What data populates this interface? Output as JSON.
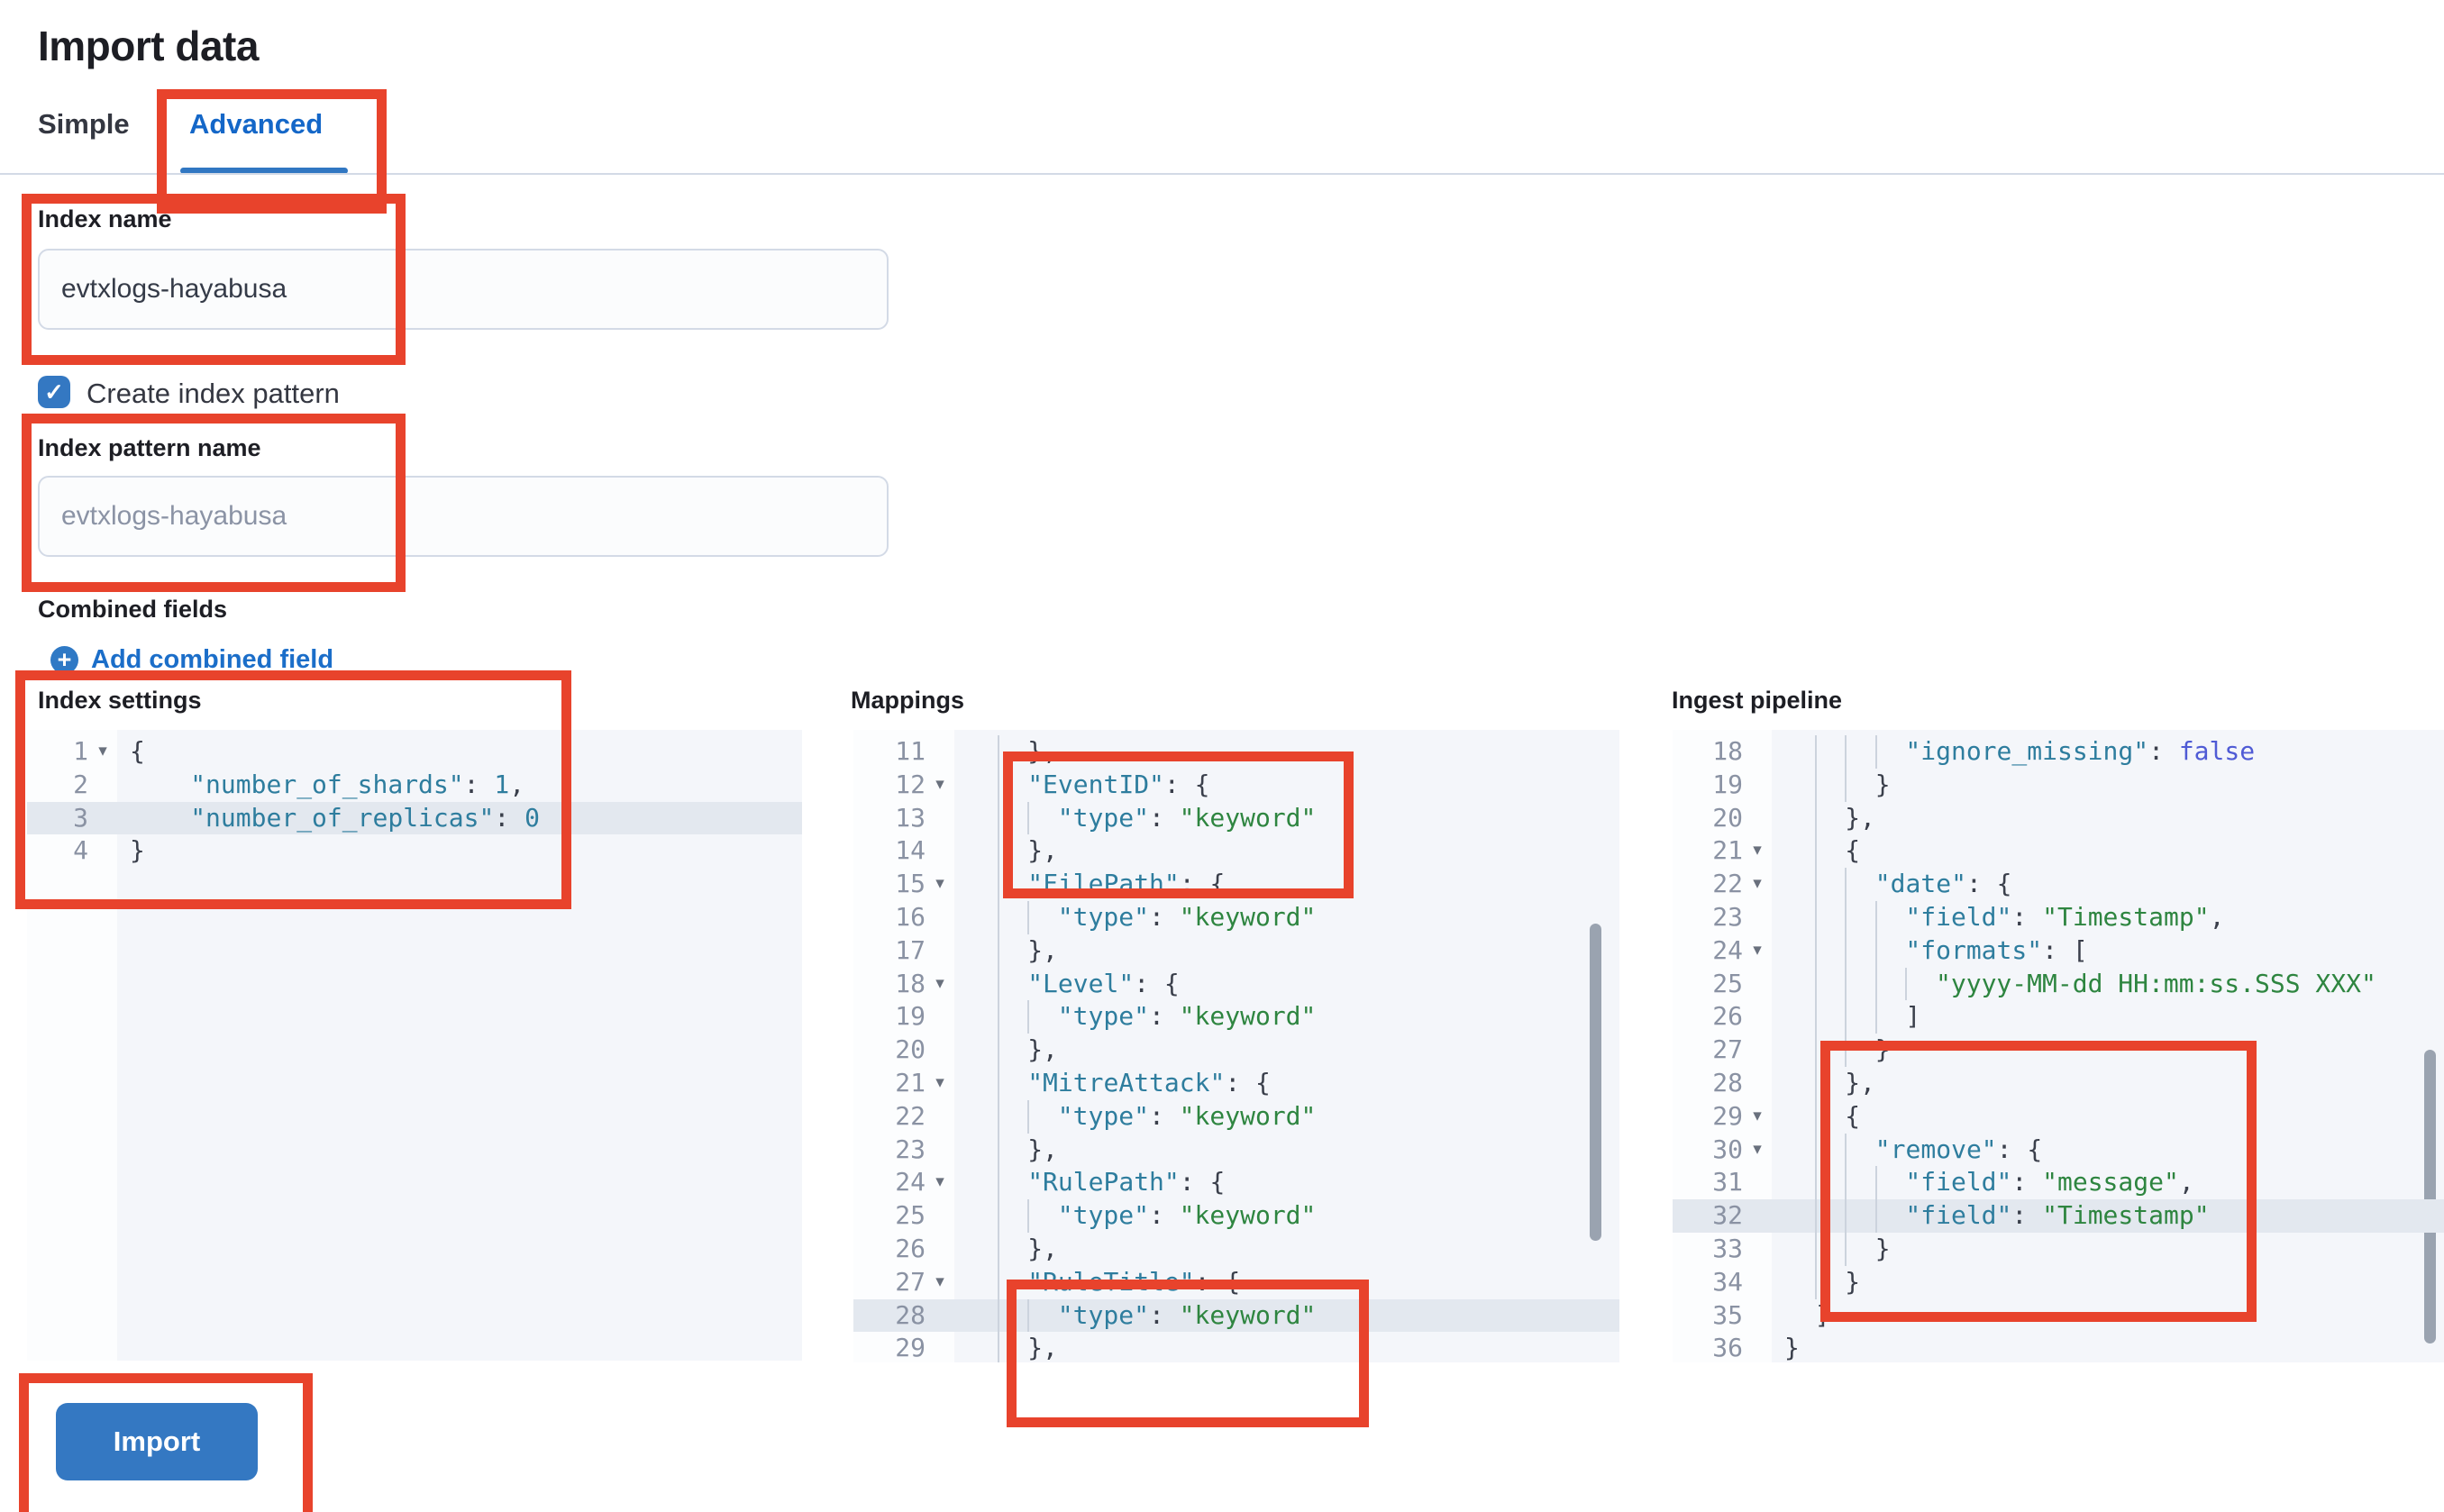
{
  "page": {
    "title": "Import data"
  },
  "tabs": [
    {
      "label": "Simple",
      "active": false
    },
    {
      "label": "Advanced",
      "active": true
    }
  ],
  "form": {
    "index_name": {
      "label": "Index name",
      "value": "evtxlogs-hayabusa"
    },
    "create_index_pattern": {
      "label": "Create index pattern",
      "checked": true
    },
    "index_pattern_name": {
      "label": "Index pattern name",
      "placeholder": "evtxlogs-hayabusa"
    },
    "combined_fields": {
      "label": "Combined fields",
      "add_link_label": "Add combined field"
    }
  },
  "icons": {
    "fold_caret": "▾",
    "check": "✓",
    "plus": "+"
  },
  "colors": {
    "accent_blue": "#3478c2",
    "link_blue": "#1b6ec9",
    "tab_active_blue": "#1467c8",
    "annotation_red": "#e8432c",
    "code_key": "#2e7d9e",
    "code_string": "#2e8540",
    "code_boolean": "#4f5bd5",
    "editor_bg": "#f4f6fa",
    "active_line_bg": "#e3e8ef"
  },
  "import_button": {
    "label": "Import"
  },
  "editors": [
    {
      "id": "index-settings",
      "label": "Index settings",
      "lines": [
        {
          "n": "1",
          "fold": true,
          "pad": 0,
          "g": 0,
          "tokens": [
            [
              "p",
              "{"
            ]
          ]
        },
        {
          "n": "2",
          "pad": 4,
          "g": 0,
          "tokens": [
            [
              "k",
              "\"number_of_shards\""
            ],
            [
              "p",
              ": "
            ],
            [
              "n",
              "1"
            ],
            [
              "p",
              ","
            ]
          ]
        },
        {
          "n": "3",
          "pad": 4,
          "g": 0,
          "hl": true,
          "tokens": [
            [
              "k",
              "\"number_of_replicas\""
            ],
            [
              "p",
              ": "
            ],
            [
              "n",
              "0"
            ]
          ]
        },
        {
          "n": "4",
          "pad": 0,
          "g": 0,
          "tokens": [
            [
              "p",
              "}"
            ]
          ]
        }
      ]
    },
    {
      "id": "mappings",
      "label": "Mappings",
      "lines": [
        {
          "n": "11",
          "pad": 4,
          "g": 1,
          "tokens": [
            [
              "p",
              "},"
            ]
          ]
        },
        {
          "n": "12",
          "fold": true,
          "pad": 4,
          "g": 1,
          "tokens": [
            [
              "k",
              "\"EventID\""
            ],
            [
              "p",
              ": {"
            ]
          ]
        },
        {
          "n": "13",
          "pad": 6,
          "g": 2,
          "tokens": [
            [
              "k",
              "\"type\""
            ],
            [
              "p",
              ": "
            ],
            [
              "s",
              "\"keyword\""
            ]
          ]
        },
        {
          "n": "14",
          "pad": 4,
          "g": 1,
          "tokens": [
            [
              "p",
              "},"
            ]
          ]
        },
        {
          "n": "15",
          "fold": true,
          "pad": 4,
          "g": 1,
          "tokens": [
            [
              "k",
              "\"FilePath\""
            ],
            [
              "p",
              ": {"
            ]
          ]
        },
        {
          "n": "16",
          "pad": 6,
          "g": 2,
          "tokens": [
            [
              "k",
              "\"type\""
            ],
            [
              "p",
              ": "
            ],
            [
              "s",
              "\"keyword\""
            ]
          ]
        },
        {
          "n": "17",
          "pad": 4,
          "g": 1,
          "tokens": [
            [
              "p",
              "},"
            ]
          ]
        },
        {
          "n": "18",
          "fold": true,
          "pad": 4,
          "g": 1,
          "tokens": [
            [
              "k",
              "\"Level\""
            ],
            [
              "p",
              ": {"
            ]
          ]
        },
        {
          "n": "19",
          "pad": 6,
          "g": 2,
          "tokens": [
            [
              "k",
              "\"type\""
            ],
            [
              "p",
              ": "
            ],
            [
              "s",
              "\"keyword\""
            ]
          ]
        },
        {
          "n": "20",
          "pad": 4,
          "g": 1,
          "tokens": [
            [
              "p",
              "},"
            ]
          ]
        },
        {
          "n": "21",
          "fold": true,
          "pad": 4,
          "g": 1,
          "tokens": [
            [
              "k",
              "\"MitreAttack\""
            ],
            [
              "p",
              ": {"
            ]
          ]
        },
        {
          "n": "22",
          "pad": 6,
          "g": 2,
          "tokens": [
            [
              "k",
              "\"type\""
            ],
            [
              "p",
              ": "
            ],
            [
              "s",
              "\"keyword\""
            ]
          ]
        },
        {
          "n": "23",
          "pad": 4,
          "g": 1,
          "tokens": [
            [
              "p",
              "},"
            ]
          ]
        },
        {
          "n": "24",
          "fold": true,
          "pad": 4,
          "g": 1,
          "tokens": [
            [
              "k",
              "\"RulePath\""
            ],
            [
              "p",
              ": {"
            ]
          ]
        },
        {
          "n": "25",
          "pad": 6,
          "g": 2,
          "tokens": [
            [
              "k",
              "\"type\""
            ],
            [
              "p",
              ": "
            ],
            [
              "s",
              "\"keyword\""
            ]
          ]
        },
        {
          "n": "26",
          "pad": 4,
          "g": 1,
          "tokens": [
            [
              "p",
              "},"
            ]
          ]
        },
        {
          "n": "27",
          "fold": true,
          "pad": 4,
          "g": 1,
          "tokens": [
            [
              "k",
              "\"RuleTitle\""
            ],
            [
              "p",
              ": {"
            ]
          ]
        },
        {
          "n": "28",
          "pad": 6,
          "g": 2,
          "hl": true,
          "tokens": [
            [
              "k",
              "\"type\""
            ],
            [
              "p",
              ": "
            ],
            [
              "s",
              "\"keyword\""
            ]
          ]
        },
        {
          "n": "29",
          "pad": 4,
          "g": 1,
          "tokens": [
            [
              "p",
              "},"
            ]
          ]
        }
      ]
    },
    {
      "id": "ingest-pipeline",
      "label": "Ingest pipeline",
      "lines": [
        {
          "n": "18",
          "pad": 8,
          "g": 3,
          "tokens": [
            [
              "k",
              "\"ignore_missing\""
            ],
            [
              "p",
              ": "
            ],
            [
              "b",
              "false"
            ]
          ]
        },
        {
          "n": "19",
          "pad": 6,
          "g": 2,
          "tokens": [
            [
              "p",
              "}"
            ]
          ]
        },
        {
          "n": "20",
          "pad": 4,
          "g": 1,
          "tokens": [
            [
              "p",
              "},"
            ]
          ]
        },
        {
          "n": "21",
          "fold": true,
          "pad": 4,
          "g": 1,
          "tokens": [
            [
              "p",
              "{"
            ]
          ]
        },
        {
          "n": "22",
          "fold": true,
          "pad": 6,
          "g": 2,
          "tokens": [
            [
              "k",
              "\"date\""
            ],
            [
              "p",
              ": {"
            ]
          ]
        },
        {
          "n": "23",
          "pad": 8,
          "g": 3,
          "tokens": [
            [
              "k",
              "\"field\""
            ],
            [
              "p",
              ": "
            ],
            [
              "s",
              "\"Timestamp\""
            ],
            [
              "p",
              ","
            ]
          ]
        },
        {
          "n": "24",
          "fold": true,
          "pad": 8,
          "g": 3,
          "tokens": [
            [
              "k",
              "\"formats\""
            ],
            [
              "p",
              ": ["
            ]
          ]
        },
        {
          "n": "25",
          "pad": 10,
          "g": 4,
          "tokens": [
            [
              "s",
              "\"yyyy-MM-dd HH:mm:ss.SSS XXX\""
            ]
          ]
        },
        {
          "n": "26",
          "pad": 8,
          "g": 3,
          "tokens": [
            [
              "p",
              "]"
            ]
          ]
        },
        {
          "n": "27",
          "pad": 6,
          "g": 2,
          "tokens": [
            [
              "p",
              "}"
            ]
          ]
        },
        {
          "n": "28",
          "pad": 4,
          "g": 1,
          "tokens": [
            [
              "p",
              "},"
            ]
          ]
        },
        {
          "n": "29",
          "fold": true,
          "pad": 4,
          "g": 1,
          "tokens": [
            [
              "p",
              "{"
            ]
          ]
        },
        {
          "n": "30",
          "fold": true,
          "pad": 6,
          "g": 2,
          "tokens": [
            [
              "k",
              "\"remove\""
            ],
            [
              "p",
              ": {"
            ]
          ]
        },
        {
          "n": "31",
          "pad": 8,
          "g": 3,
          "tokens": [
            [
              "k",
              "\"field\""
            ],
            [
              "p",
              ": "
            ],
            [
              "s",
              "\"message\""
            ],
            [
              "p",
              ","
            ]
          ]
        },
        {
          "n": "32",
          "pad": 8,
          "g": 3,
          "hl": true,
          "tokens": [
            [
              "k",
              "\"field\""
            ],
            [
              "p",
              ": "
            ],
            [
              "s",
              "\"Timestamp\""
            ]
          ]
        },
        {
          "n": "33",
          "pad": 6,
          "g": 2,
          "tokens": [
            [
              "p",
              "}"
            ]
          ]
        },
        {
          "n": "34",
          "pad": 4,
          "g": 1,
          "tokens": [
            [
              "p",
              "}"
            ]
          ]
        },
        {
          "n": "35",
          "pad": 2,
          "g": 0,
          "tokens": [
            [
              "p",
              "]"
            ]
          ]
        },
        {
          "n": "36",
          "pad": 0,
          "g": 0,
          "tokens": [
            [
              "p",
              "}"
            ]
          ]
        }
      ]
    }
  ]
}
